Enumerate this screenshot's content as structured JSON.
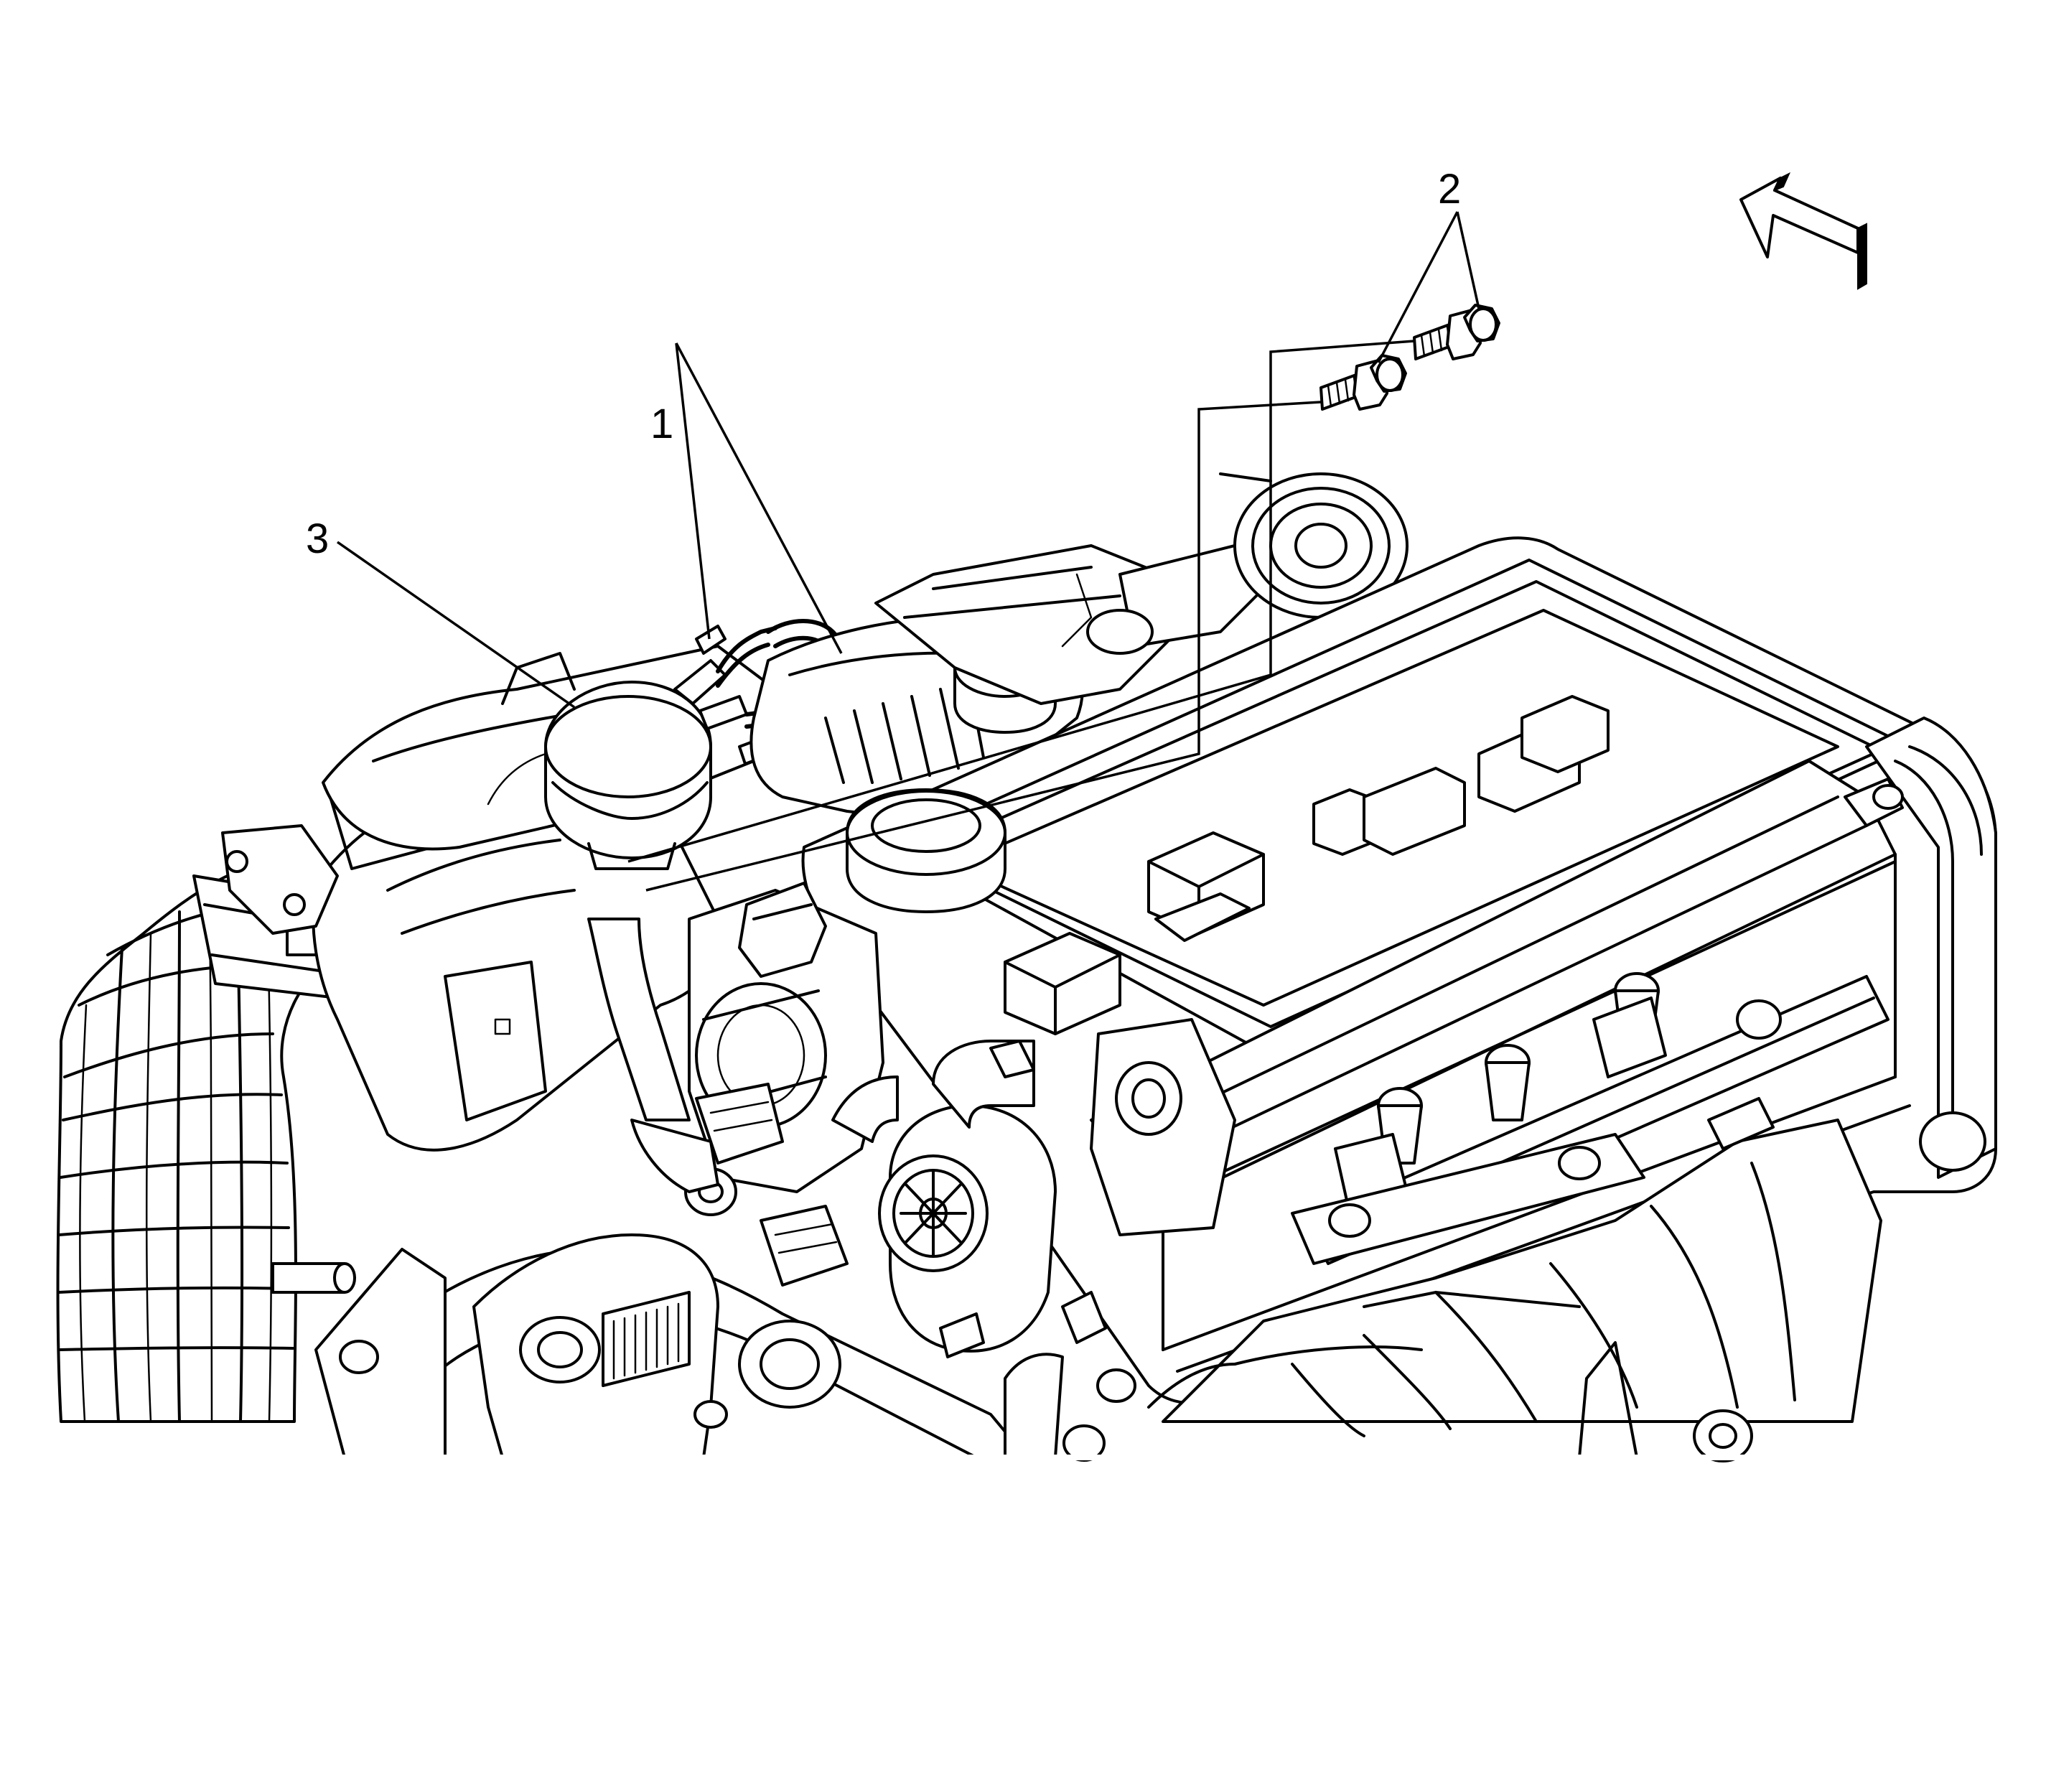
{
  "callouts": [
    {
      "id": "1",
      "label": "1"
    },
    {
      "id": "2",
      "label": "2"
    },
    {
      "id": "3",
      "label": "3"
    }
  ],
  "icons": {
    "view_direction": "view-direction-arrow-icon"
  },
  "colors": {
    "ink": "#000000",
    "background": "#ffffff"
  }
}
